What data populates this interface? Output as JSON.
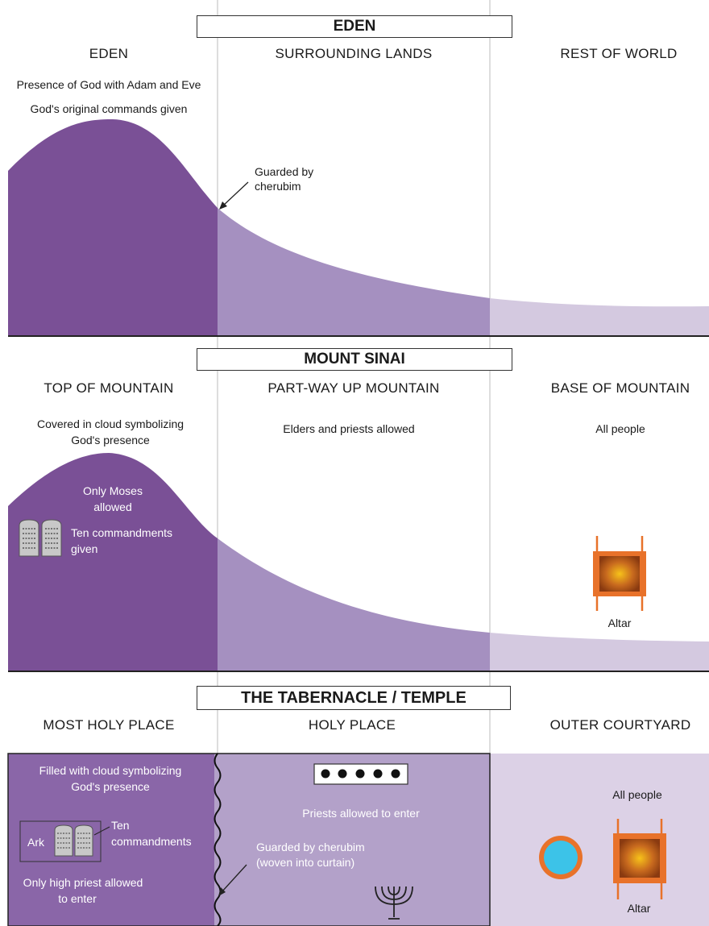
{
  "panels": [
    {
      "title": "EDEN",
      "columns": [
        "EDEN",
        "SURROUNDING LANDS",
        "REST OF WORLD"
      ],
      "notes": [
        "Presence of God with Adam and Eve",
        "God's original commands given"
      ],
      "callout": [
        "Guarded by",
        "cherubim"
      ]
    },
    {
      "title": "MOUNT SINAI",
      "columns": [
        "TOP OF MOUNTAIN",
        "PART-WAY UP MOUNTAIN",
        "BASE OF MOUNTAIN"
      ],
      "notes_top": [
        "Covered in cloud symbolizing",
        "God's presence"
      ],
      "notes_mid": "Elders and priests allowed",
      "notes_right": "All people",
      "moses": [
        "Only Moses",
        "allowed"
      ],
      "tablets": [
        "Ten commandments",
        "given"
      ],
      "altar": "Altar"
    },
    {
      "title": "THE TABERNACLE / TEMPLE",
      "columns": [
        "MOST HOLY PLACE",
        "HOLY PLACE",
        "OUTER COURTYARD"
      ],
      "cloud": [
        "Filled with cloud symbolizing",
        "God's presence"
      ],
      "ark": "Ark",
      "tablets": [
        "Ten",
        "commandments"
      ],
      "high_priest": [
        "Only high priest allowed",
        "to enter"
      ],
      "priests": "Priests allowed to enter",
      "curtain": [
        "Guarded by cherubim",
        "(woven into curtain)"
      ],
      "all_people": "All people",
      "altar": "Altar"
    }
  ],
  "colors": {
    "dark": "#7a5096",
    "mid": "#a590c0",
    "light": "#d4c9e0",
    "panel3_dark": "#8a66a8",
    "panel3_mid": "#b3a1c9",
    "panel3_light": "#dcd1e6",
    "altar_orange": "#e8722a",
    "laver_blue": "#3cc3e8"
  }
}
